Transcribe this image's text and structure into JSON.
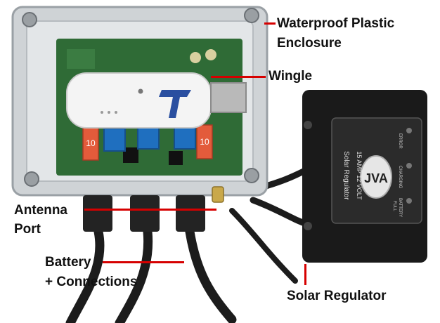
{
  "labels": {
    "enclosure_line1": "Waterproof Plastic",
    "enclosure_line2": "Enclosure",
    "wingle": "Wingle",
    "antenna_line1": "Antenna",
    "antenna_line2": "Port",
    "battery_line1": "Battery",
    "battery_line2": "+ Connections",
    "solar_regulator": "Solar Regulator"
  },
  "device_text": {
    "brand": "JVA",
    "rating": "15 AMP 12 VOLT",
    "product": "Solar Regulator",
    "led_error": "ERROR",
    "led_charging": "CHARGING",
    "led_battery_full_1": "BATTERY",
    "led_battery_full_2": "FULL",
    "fuse_left": "10",
    "fuse_right": "10"
  },
  "colors": {
    "leader": "#d60000",
    "pcb": "#2f6b36",
    "regulator": "#1a1a1a",
    "terminal": "#1f6fbf"
  }
}
